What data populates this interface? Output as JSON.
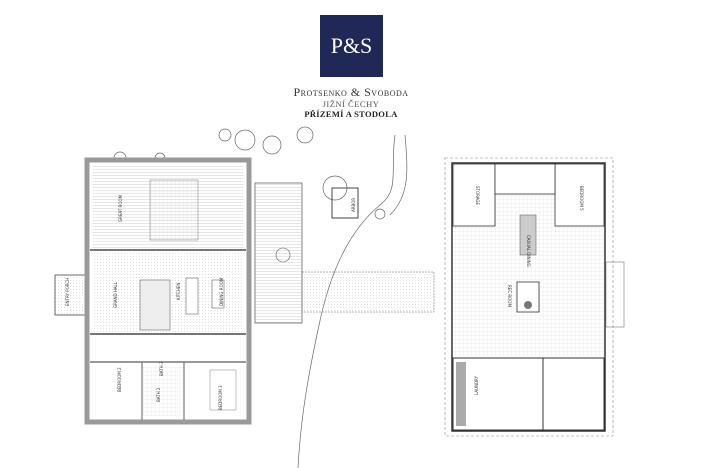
{
  "header": {
    "logo_text": "P&S",
    "company": "Protsenko & Svoboda",
    "region": "JIŽNÍ ČECHY",
    "plan_title": "PŘÍZEMÍ A STODOLA"
  },
  "colors": {
    "logo_bg": "#1f2857",
    "wall": "#9a9a9a",
    "line": "#444444"
  },
  "main_house": {
    "rooms": [
      "GREAT ROOM",
      "GRAND HALL",
      "KITCHEN",
      "DINING ROOM",
      "ENTRY PORCH",
      "BEDROOM 2",
      "BATH 2",
      "BATH 3",
      "BEDROOM 3"
    ]
  },
  "site": {
    "arbor": "ARBOR"
  },
  "barn": {
    "rooms": [
      "STORAGE",
      "BEDROOM 5",
      "CASUAL DINING",
      "REC ROOM",
      "LAUNDRY"
    ]
  }
}
